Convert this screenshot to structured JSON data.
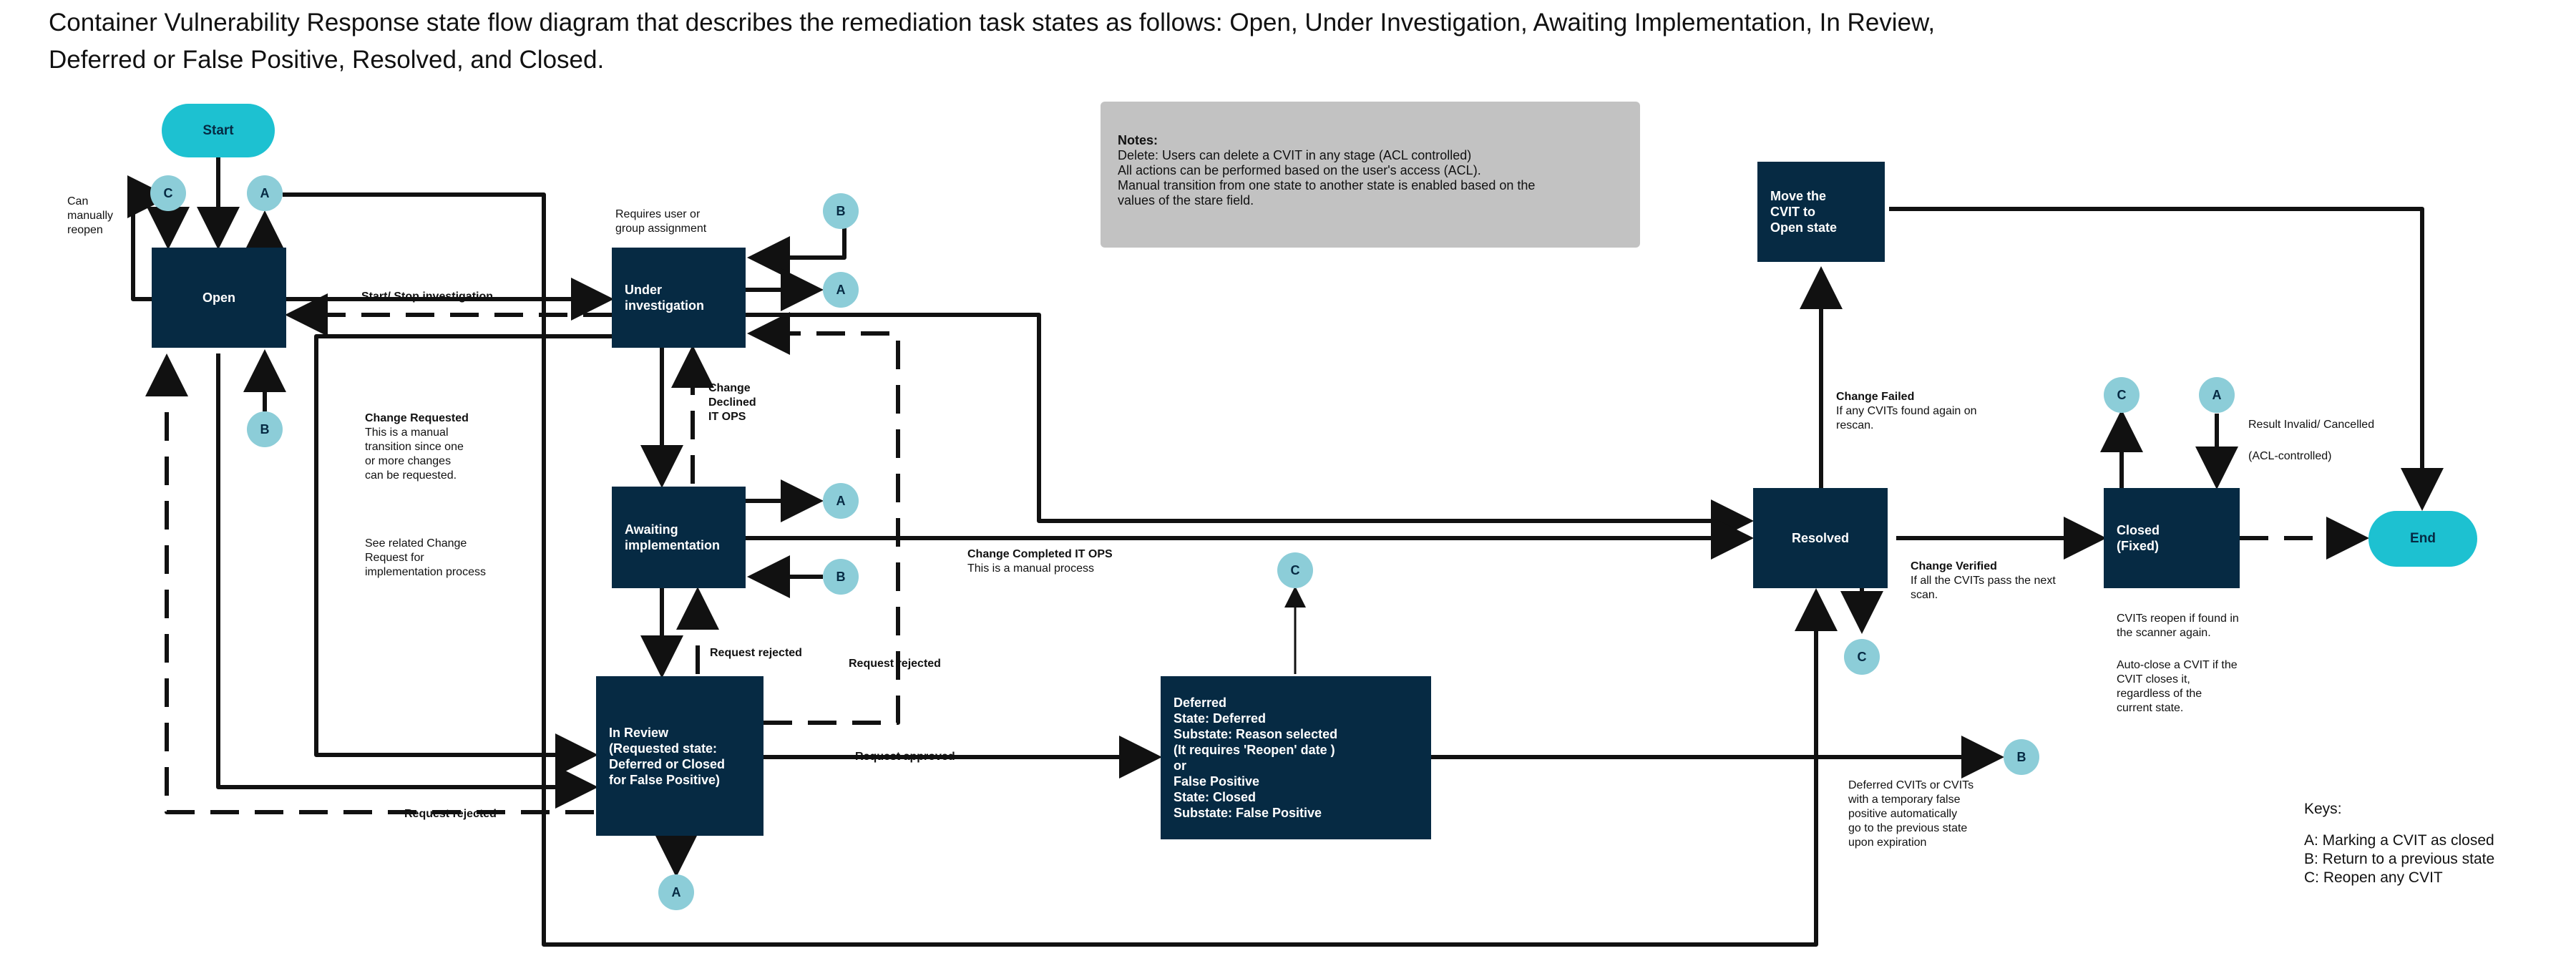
{
  "caption": "Container Vulnerability Response state flow diagram that describes the remediation task states as follows: Open, Under Investigation, Awaiting Implementation, In Review, Deferred or False Positive, Resolved, and Closed.",
  "terminals": {
    "start": "Start",
    "end": "End"
  },
  "states": {
    "open": "Open",
    "under_investigation": [
      "Under",
      "investigation"
    ],
    "awaiting": [
      "Awaiting",
      "implementation"
    ],
    "in_review": [
      "In Review",
      "(Requested state:",
      "Deferred or Closed",
      "for False Positive)"
    ],
    "deferred": [
      "Deferred",
      "State: Deferred",
      "Substate: Reason selected",
      "(It requires 'Reopen' date )",
      "or",
      "False Positive",
      "State: Closed",
      "Substate: False Positive"
    ],
    "resolved": "Resolved",
    "closed": [
      "Closed",
      "(Fixed)"
    ],
    "move": [
      "Move the",
      "CVIT to",
      "Open state"
    ]
  },
  "keys_markers": {
    "a": "A",
    "b": "B",
    "c": "C"
  },
  "labels": {
    "can_reopen": [
      "Can",
      "manually",
      "reopen"
    ],
    "requires_user": [
      "Requires user or",
      "group assignment"
    ],
    "start_stop": "Start/ Stop investigation",
    "change_requested_title": "Change Requested",
    "change_requested_body": [
      "This is a manual",
      "transition since one",
      "or more changes",
      "can be requested."
    ],
    "see_related": [
      "See related Change",
      "Request for",
      "implementation process"
    ],
    "change_declined": [
      "Change",
      "Declined",
      "IT OPS"
    ],
    "request_rejected_1": "Request rejected",
    "request_rejected_2": "Request rejected",
    "request_rejected_3": "Request rejected",
    "request_approved": "Request approved",
    "change_completed_title": "Change Completed IT OPS",
    "change_completed_body": "This is a manual process",
    "change_failed_title": "Change Failed",
    "change_failed_body": [
      "If any CVITs found again on",
      "rescan."
    ],
    "change_verified_title": "Change Verified",
    "change_verified_body": [
      "If all the CVITs pass the next",
      "scan."
    ],
    "result_invalid": "Result Invalid/ Cancelled",
    "acl_controlled": "(ACL-controlled)",
    "cvits_reopen": [
      "CVITs reopen if found in",
      "the scanner again."
    ],
    "auto_close": [
      "Auto-close a CVIT if the",
      "CVIT closes it,",
      "regardless of the",
      "current state."
    ],
    "deferred_note": [
      "Deferred CVITs or CVITs",
      "with a temporary false",
      "positive automatically",
      "go to the previous state",
      "upon expiration"
    ]
  },
  "notes": {
    "title": "Notes",
    "lines": [
      "Delete: Users can delete a CVIT in any stage (ACL controlled)",
      "All actions can be performed based on the user's access (ACL).",
      "Manual transition from one state to another state is enabled based on the",
      "values of the stare field."
    ]
  },
  "keys": {
    "title": "Keys",
    "items": [
      "A: Marking a CVIT as closed",
      "B: Return to a previous state",
      "C: Reopen any CVIT"
    ]
  },
  "colors": {
    "state_fill": "#062a43",
    "terminal": "#1dc1d1",
    "marker": "#8ccdd8",
    "notes_bg": "#c2c2c2"
  }
}
